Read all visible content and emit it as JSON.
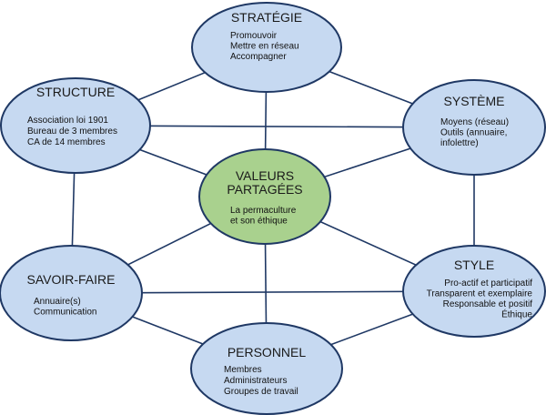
{
  "colors": {
    "node_fill": "#c6d9f1",
    "center_fill": "#a9d18e",
    "stroke": "#1f3864",
    "text": "#111111"
  },
  "nodes": {
    "strategie": {
      "title": "STRATÉGIE",
      "lines": [
        "Promouvoir",
        "Mettre en réseau",
        "Accompagner"
      ]
    },
    "structure": {
      "title": "STRUCTURE",
      "lines": [
        "Association loi 1901",
        "Bureau de 3 membres",
        "CA de 14 membres"
      ]
    },
    "systeme": {
      "title": "SYSTÈME",
      "lines": [
        "Moyens (réseau)",
        "Outils (annuaire,",
        "infolettre)"
      ]
    },
    "valeurs": {
      "title_lines": [
        "VALEURS",
        "PARTAGÉES"
      ],
      "lines": [
        "La permaculture",
        "et son éthique"
      ]
    },
    "savoir_faire": {
      "title": "SAVOIR-FAIRE",
      "lines": [
        "Annuaire(s)",
        "Communication"
      ]
    },
    "style": {
      "title": "STYLE",
      "lines": [
        "Pro-actif et participatif",
        "Transparent et exemplaire",
        "Responsable et positif",
        "Éthique"
      ]
    },
    "personnel": {
      "title": "PERSONNEL",
      "lines": [
        "Membres",
        "Administrateurs",
        "Groupes de travail"
      ]
    }
  }
}
